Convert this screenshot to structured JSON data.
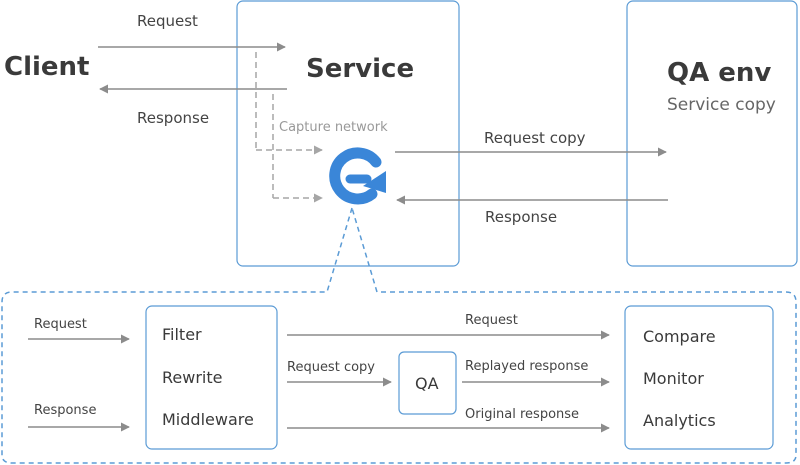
{
  "top": {
    "client_label": "Client",
    "service_label": "Service",
    "qa_env_label": "QA env",
    "qa_env_sublabel": "Service copy",
    "request_label": "Request",
    "response_label": "Response",
    "capture_label": "Capture network",
    "request_copy_label": "Request copy",
    "response_back_label": "Response"
  },
  "bottom": {
    "request_in_label": "Request",
    "response_in_label": "Response",
    "processing_items": [
      "Filter",
      "Rewrite",
      "Middleware"
    ],
    "request_out_label": "Request",
    "request_copy_label": "Request copy",
    "qa_label": "QA",
    "replayed_label": "Replayed response",
    "original_label": "Original response",
    "output_items": [
      "Compare",
      "Monitor",
      "Analytics"
    ]
  },
  "colors": {
    "box_border": "#5b9bd5",
    "arrow": "#8c8c8c",
    "dashed_arrow": "#a6a6a6",
    "logo_blue": "#3a86d8",
    "dashed_frame": "#5b9bd5"
  },
  "icons": {
    "logo": "capture-logo-icon"
  }
}
